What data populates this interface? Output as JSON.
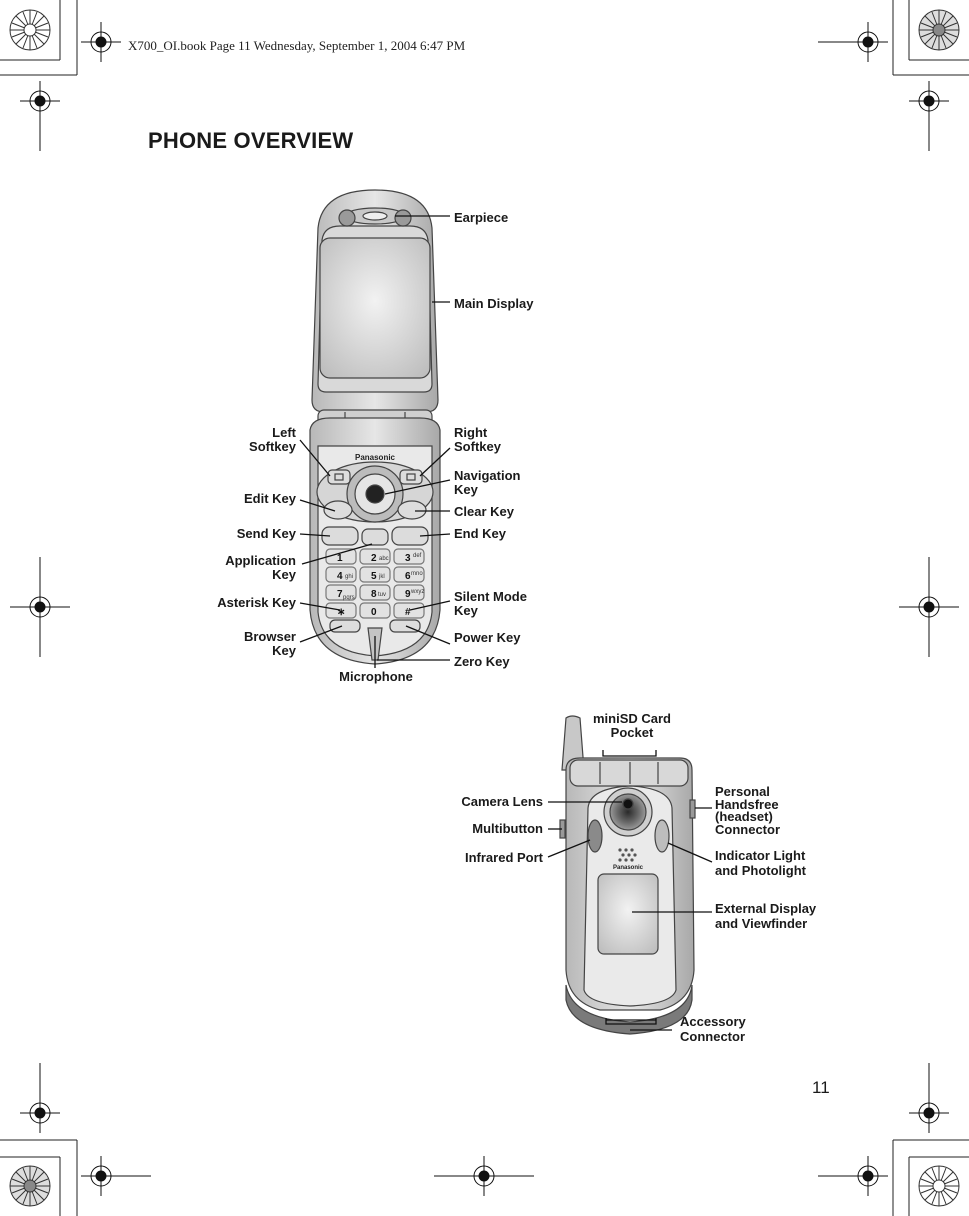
{
  "header": {
    "book_line": "X700_OI.book  Page 11  Wednesday, September 1, 2004  6:47 PM"
  },
  "title": "PHONE OVERVIEW",
  "page_number": "11",
  "brand": "Panasonic",
  "open_phone_labels": {
    "earpiece": "Earpiece",
    "main_display": "Main Display",
    "left_softkey": [
      "Left",
      "Softkey"
    ],
    "right_softkey": [
      "Right",
      "Softkey"
    ],
    "navigation_key": [
      "Navigation",
      "Key"
    ],
    "edit_key": "Edit Key",
    "clear_key": "Clear Key",
    "send_key": "Send Key",
    "end_key": "End Key",
    "application_key": [
      "Application",
      "Key"
    ],
    "asterisk_key": "Asterisk Key",
    "silent_mode_key": [
      "Silent Mode",
      "Key"
    ],
    "browser_key": [
      "Browser",
      "Key"
    ],
    "power_key": "Power Key",
    "zero_key": "Zero Key",
    "microphone": "Microphone"
  },
  "closed_phone_labels": {
    "minisd": [
      "miniSD Card",
      "Pocket"
    ],
    "camera_lens": "Camera Lens",
    "multibutton": "Multibutton",
    "infrared_port": "Infrared Port",
    "headset_connector": [
      "Personal",
      "Handsfree",
      "(headset)",
      "Connector"
    ],
    "indicator_light": [
      "Indicator Light",
      "and Photolight"
    ],
    "external_display": [
      "External Display",
      "and Viewfinder"
    ],
    "accessory_connector": [
      "Accessory",
      "Connector"
    ]
  },
  "keypad": [
    "1",
    "2",
    "3",
    "4",
    "5",
    "6",
    "7",
    "8",
    "9",
    "∗",
    "0",
    "#"
  ],
  "keypad_letters": [
    "",
    "abc",
    "def",
    "ghi",
    "jkl",
    "mno",
    "pqrs",
    "tuv",
    "wxyz",
    "",
    "",
    ""
  ]
}
